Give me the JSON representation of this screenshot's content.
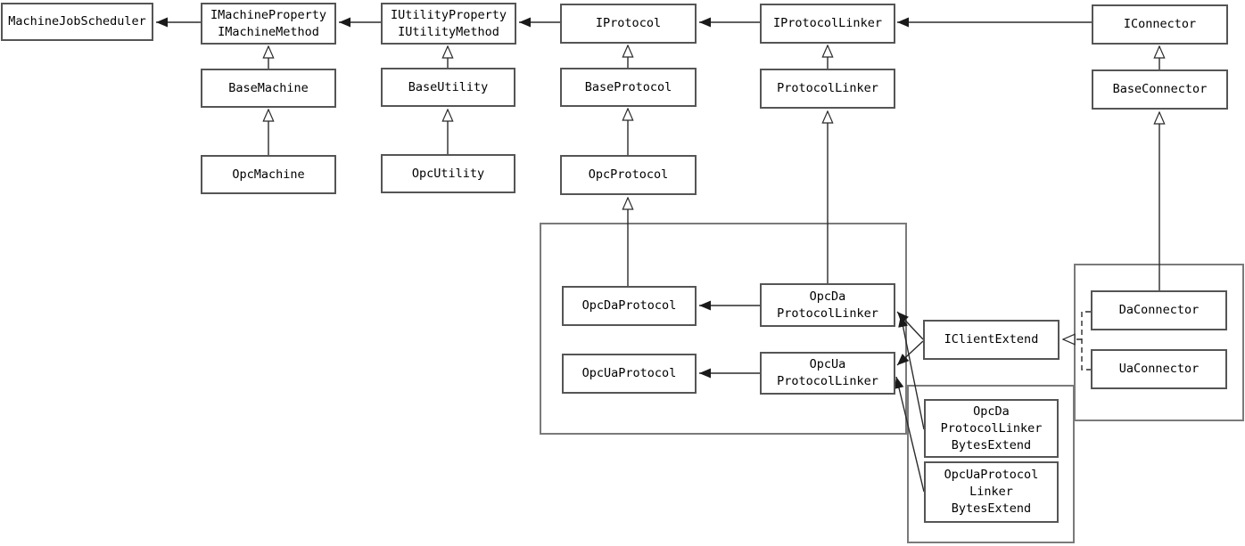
{
  "colors": {
    "background": "#ffffff",
    "box_border": "#555555",
    "group_border": "#7a7a7a",
    "line": "#2b2b2b",
    "text": "#000000"
  },
  "nodes": {
    "machine_job_scheduler": {
      "label": "MachineJobScheduler"
    },
    "i_machine": {
      "label": "IMachineProperty\nIMachineMethod"
    },
    "i_utility": {
      "label": "IUtilityProperty\nIUtilityMethod"
    },
    "i_protocol": {
      "label": "IProtocol"
    },
    "i_protocol_linker": {
      "label": "IProtocolLinker"
    },
    "i_connector": {
      "label": "IConnector"
    },
    "base_machine": {
      "label": "BaseMachine"
    },
    "base_utility": {
      "label": "BaseUtility"
    },
    "base_protocol": {
      "label": "BaseProtocol"
    },
    "protocol_linker": {
      "label": "ProtocolLinker"
    },
    "base_connector": {
      "label": "BaseConnector"
    },
    "opc_machine": {
      "label": "OpcMachine"
    },
    "opc_utility": {
      "label": "OpcUtility"
    },
    "opc_protocol": {
      "label": "OpcProtocol"
    },
    "opc_da_protocol": {
      "label": "OpcDaProtocol"
    },
    "opc_da_protocol_linker": {
      "label": "OpcDa\nProtocolLinker"
    },
    "opc_ua_protocol": {
      "label": "OpcUaProtocol"
    },
    "opc_ua_protocol_linker": {
      "label": "OpcUa\nProtocolLinker"
    },
    "i_client_extend": {
      "label": "IClientExtend"
    },
    "da_connector": {
      "label": "DaConnector"
    },
    "ua_connector": {
      "label": "UaConnector"
    },
    "opc_da_protocol_linker_bytes_extend": {
      "label": "OpcDa\nProtocolLinker\nBytesExtend"
    },
    "opc_ua_protocol_linker_bytes_extend": {
      "label": "OpcUaProtocol\nLinker\nBytesExtend"
    }
  }
}
